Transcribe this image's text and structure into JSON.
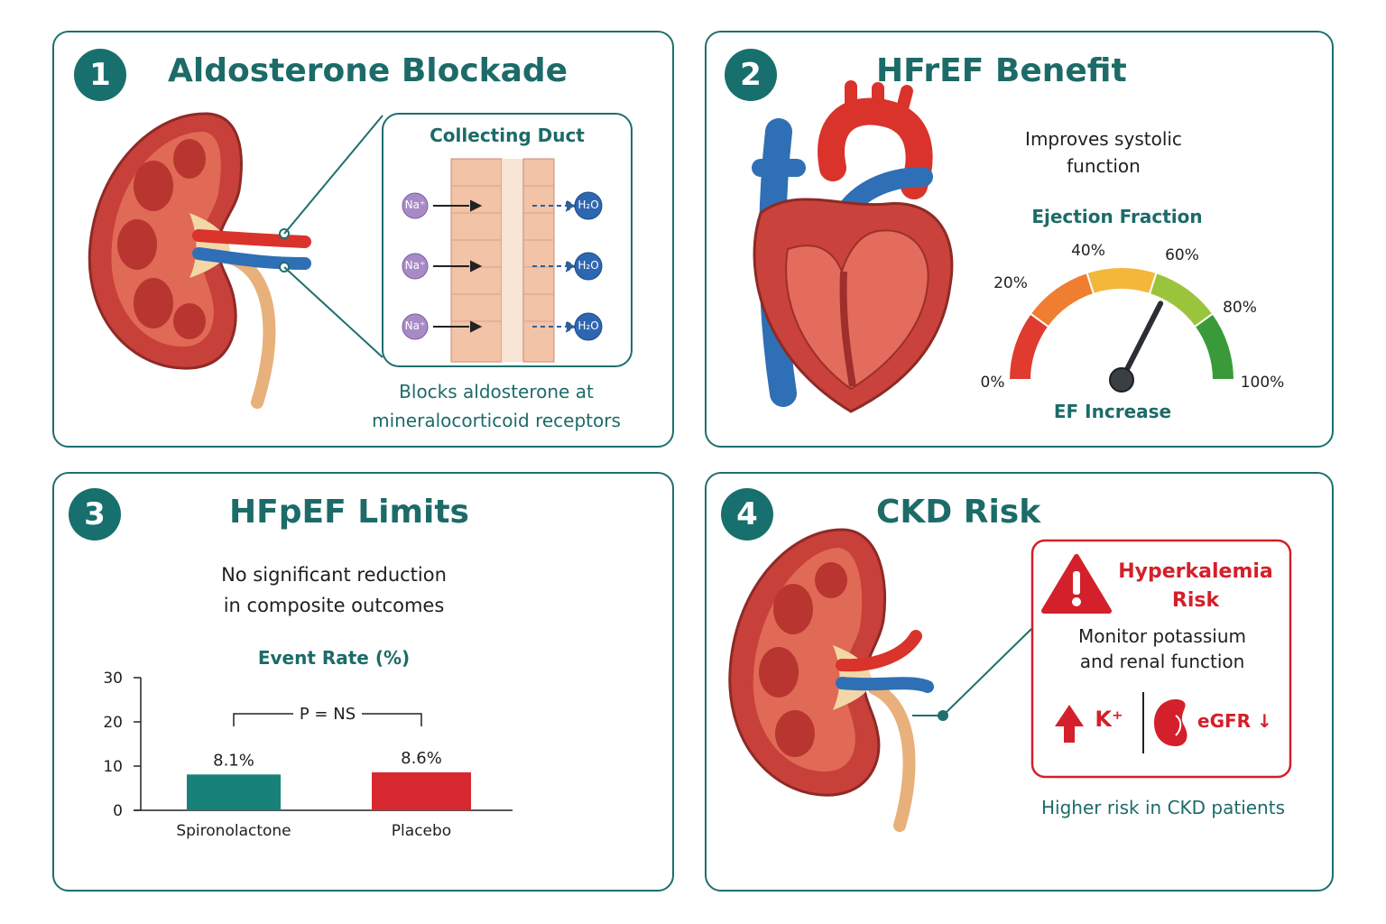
{
  "panels": {
    "p1": {
      "number": "1",
      "title": "Aldosterone Blockade",
      "inset_title": "Collecting Duct",
      "ion_na": "Na⁺",
      "ion_h2o": "H₂O",
      "caption_line1": "Blocks aldosterone at",
      "caption_line2": "mineralocorticoid receptors"
    },
    "p2": {
      "number": "2",
      "title": "HFrEF Benefit",
      "subtitle_line1": "Improves systolic",
      "subtitle_line2": "function",
      "gauge_title": "Ejection Fraction",
      "gauge_labels": [
        "0%",
        "20%",
        "40%",
        "60%",
        "80%",
        "100%"
      ],
      "gauge_caption": "EF Increase",
      "gauge_needle_percent": 65
    },
    "p3": {
      "number": "3",
      "title": "HFpEF Limits",
      "subtitle_line1": "No significant reduction",
      "subtitle_line2": "in composite outcomes"
    },
    "p4": {
      "number": "4",
      "title": "CKD Risk",
      "alert_title_line1": "Hyperkalemia",
      "alert_title_line2": "Risk",
      "alert_body_line1": "Monitor potassium",
      "alert_body_line2": "and renal function",
      "k_label": "K⁺",
      "egfr_label": "eGFR ↓",
      "caption": "Higher risk in CKD patients"
    }
  },
  "colors": {
    "teal": "#17706d",
    "spironolactone": "#17817a",
    "placebo": "#d7282f",
    "alert": "#d3202a"
  },
  "chart_data": {
    "type": "bar",
    "title": "Event Rate (%)",
    "categories": [
      "Spironolactone",
      "Placebo"
    ],
    "values": [
      8.1,
      8.6
    ],
    "data_labels": [
      "8.1%",
      "8.6%"
    ],
    "annotation": "P = NS",
    "ylim": [
      0,
      30
    ],
    "yticks": [
      "0",
      "10",
      "20",
      "30"
    ]
  }
}
